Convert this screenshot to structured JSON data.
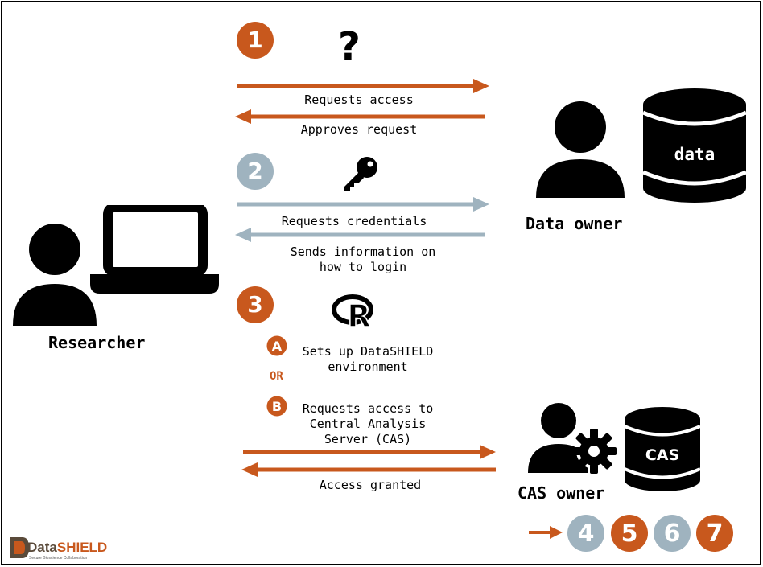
{
  "steps": [
    {
      "number": "1",
      "color": "#c8581d",
      "icon": "question-mark-icon",
      "icon_text": "?",
      "request_label": "Requests access",
      "response_label": "Approves request"
    },
    {
      "number": "2",
      "color": "#9fb3bf",
      "icon": "key-icon",
      "request_label": "Requests credentials",
      "response_label_line1": "Sends information on",
      "response_label_line2": "how to login"
    },
    {
      "number": "3",
      "color": "#c8581d",
      "icon": "r-logo-icon",
      "icon_text": "R"
    }
  ],
  "options": {
    "a": {
      "letter": "A",
      "line1": "Sets up DataSHIELD",
      "line2": "environment"
    },
    "or_label": "OR",
    "b": {
      "letter": "B",
      "line1": "Requests access to",
      "line2": "Central Analysis",
      "line3": "Server (CAS)"
    },
    "granted_label": "Access granted"
  },
  "actors": {
    "researcher": "Researcher",
    "data_owner": "Data owner",
    "cas_owner": "CAS owner"
  },
  "databases": {
    "data_label": "data",
    "cas_label": "CAS"
  },
  "next_steps": [
    {
      "number": "4",
      "color": "#9fb3bf"
    },
    {
      "number": "5",
      "color": "#c8581d"
    },
    {
      "number": "6",
      "color": "#9fb3bf"
    },
    {
      "number": "7",
      "color": "#c8581d"
    }
  ],
  "logo": {
    "name_prefix": "Data",
    "name_suffix": "SHIELD",
    "tagline": "Secure Bioscience Collaboration"
  },
  "colors": {
    "orange": "#c8581d",
    "grey_blue": "#9fb3bf",
    "black": "#000000"
  }
}
